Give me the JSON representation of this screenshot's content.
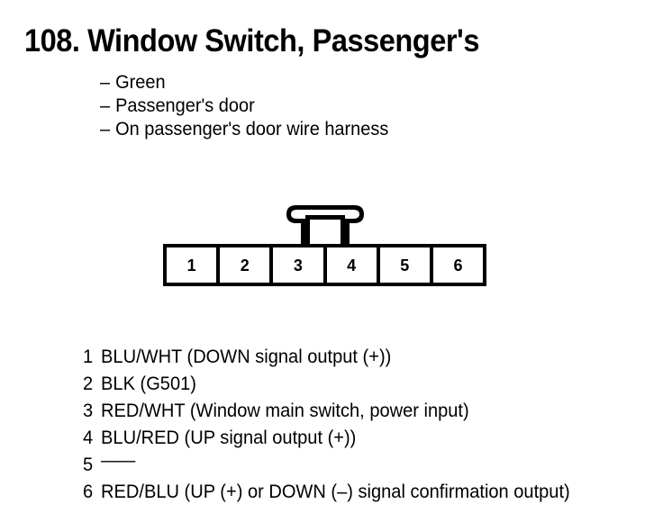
{
  "document": {
    "entry_number": "108.",
    "title": "108. Window Switch, Passenger's",
    "title_text": "Window Switch, Passenger's"
  },
  "descriptors": {
    "dash": "–",
    "items": [
      {
        "label": "Green"
      },
      {
        "label": "Passenger's door"
      },
      {
        "label": "On passenger's door wire harness"
      }
    ]
  },
  "connector": {
    "name": "6-pin connector",
    "latch_label": "latch-tab",
    "pin_count": 6,
    "pins": [
      {
        "number": "1"
      },
      {
        "number": "2"
      },
      {
        "number": "3"
      },
      {
        "number": "4"
      },
      {
        "number": "5"
      },
      {
        "number": "6"
      }
    ]
  },
  "pin_legend": {
    "rows": [
      {
        "number": "1",
        "description": "BLU/WHT (DOWN signal output (+))"
      },
      {
        "number": "2",
        "description": "BLK (G501)"
      },
      {
        "number": "3",
        "description": "RED/WHT (Window main switch, power input)"
      },
      {
        "number": "4",
        "description": "BLU/RED (UP signal output (+))"
      },
      {
        "number": "5",
        "description": "——"
      },
      {
        "number": "6",
        "description": "RED/BLU (UP (+) or DOWN (–) signal confirmation output)"
      }
    ]
  },
  "colors": {
    "ink": "#000000",
    "paper": "#ffffff"
  }
}
